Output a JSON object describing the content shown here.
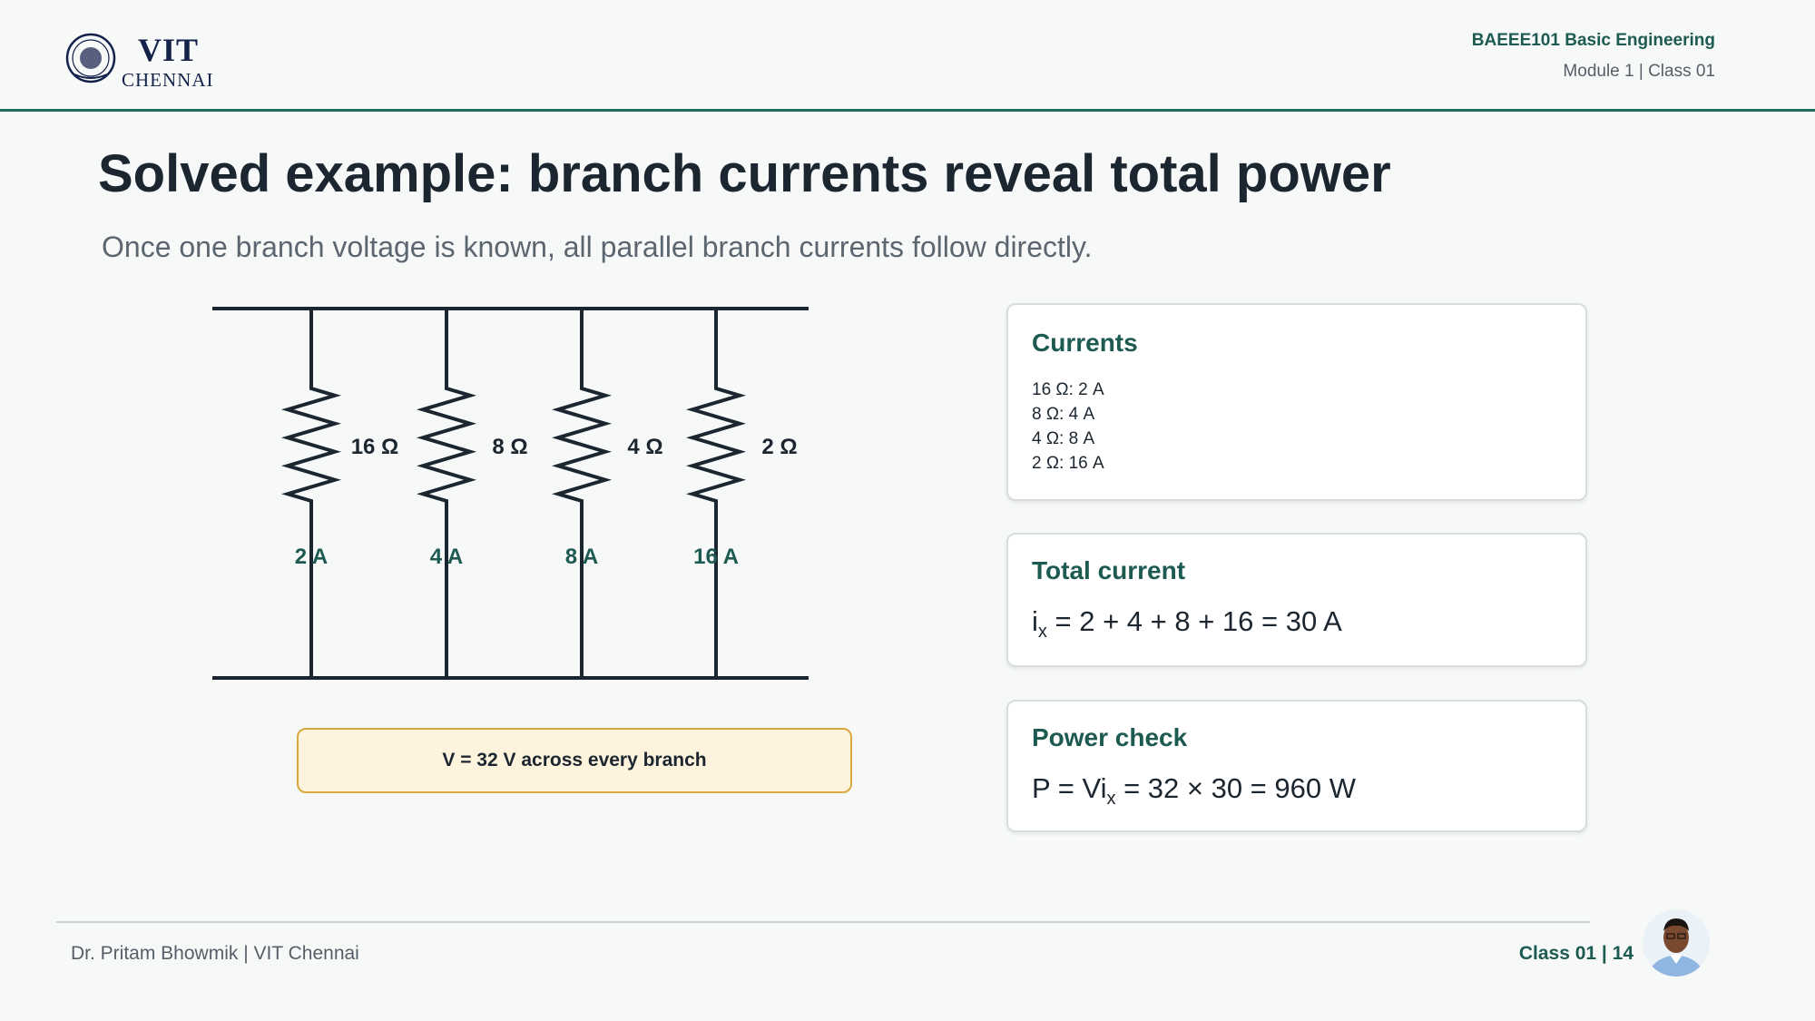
{
  "header": {
    "logo_text": "VIT",
    "logo_subtext": "CHENNAI",
    "course": "BAEEE101 Basic Engineering",
    "module": "Module 1 | Class 01"
  },
  "slide": {
    "title": "Solved example: branch currents reveal total power",
    "subtitle": "Once one branch voltage is known, all parallel branch currents follow directly."
  },
  "circuit": {
    "branches": [
      {
        "resistance": "16 Ω",
        "current": "2 A"
      },
      {
        "resistance": "8 Ω",
        "current": "4 A"
      },
      {
        "resistance": "4 Ω",
        "current": "8 A"
      },
      {
        "resistance": "2 Ω",
        "current": "16 A"
      }
    ],
    "voltage_note": "V = 32 V across every branch"
  },
  "cards": {
    "currents": {
      "title": "Currents",
      "items": [
        "16 Ω: 2 A",
        "8 Ω: 4 A",
        "4 Ω: 8 A",
        "2 Ω: 16 A"
      ]
    },
    "total": {
      "title": "Total current",
      "eq_base": "i",
      "eq_sub": "x",
      "eq_rest": " = 2 + 4 + 8 + 16 = 30 A"
    },
    "power": {
      "title": "Power check",
      "eq_base": "P = Vi",
      "eq_sub": "x",
      "eq_rest": " = 32 × 30 = 960 W"
    }
  },
  "footer": {
    "author": "Dr. Pritam Bhowmik | VIT Chennai",
    "page": "Class 01 | 14"
  },
  "colors": {
    "accent": "#1d5a51",
    "title": "#1c2630",
    "note_fill": "#fef4de",
    "note_border": "#d9a840"
  }
}
